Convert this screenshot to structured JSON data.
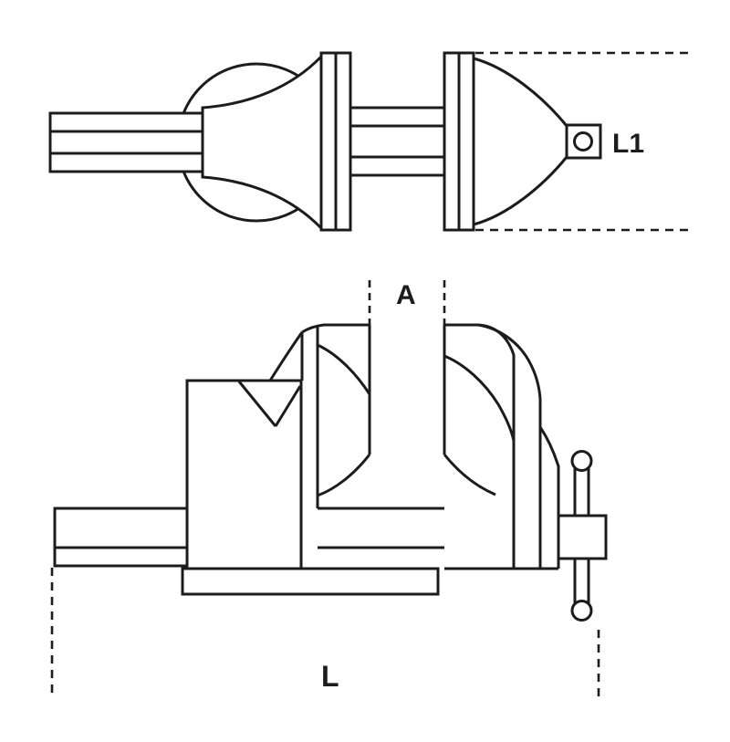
{
  "colors": {
    "background": "#ffffff",
    "line": "#1c1c1c"
  },
  "figure": {
    "description": "two-view technical line drawing of a bench vise",
    "dimension_labels": {
      "l1": "L1",
      "a": "A",
      "l": "L"
    }
  }
}
